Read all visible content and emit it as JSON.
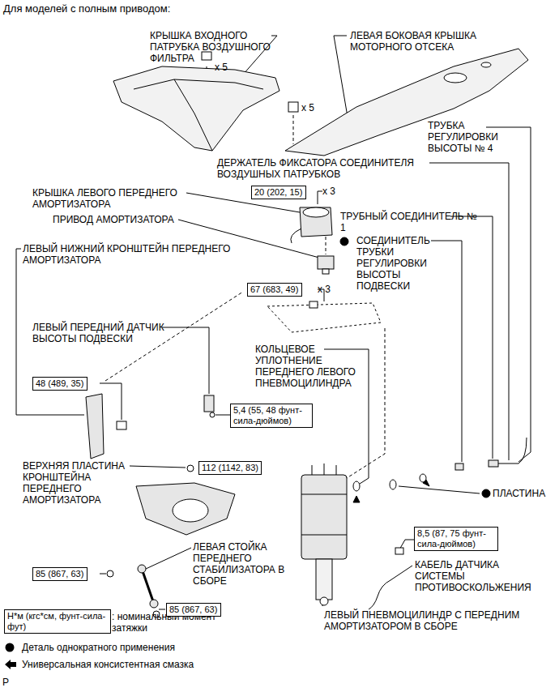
{
  "diagram": {
    "title": "Для моделей с полным приводом:",
    "nodes": [
      {
        "text": [
          "20 (202, 15)"
        ]
      },
      {
        "text": [
          "67 (683, 49)"
        ]
      },
      {
        "text": [
          "48 (489, 35)"
        ]
      },
      {
        "text": [
          "5,4 (55, 48 фунт-сила-дюймов)"
        ]
      },
      {
        "text": [
          "112 (1142, 83)"
        ]
      },
      {
        "text": [
          "8,5 (87, 75 фунт-сила-дюймов)"
        ]
      },
      {
        "text": [
          "85 (867, 63)"
        ]
      },
      {
        "text": [
          "85 (867, 63)"
        ]
      },
      {
        "text": [
          "Н*м (кгс*см, фунт-сила-фут)"
        ]
      }
    ],
    "labels": [
      "КРЫШКА ВХОДНОГО ПАТРУБКА ВОЗДУШНОГО ФИЛЬТРА",
      "x 5",
      "x 5",
      "ЛЕВАЯ БОКОВАЯ КРЫШКА МОТОРНОГО ОТСЕКА",
      "ТРУБКА РЕГУЛИРОВКИ ВЫСОТЫ № 4",
      "ДЕРЖАТЕЛЬ ФИКСАТОРА СОЕДИНИТЕЛЯ ВОЗДУШНЫХ ПАТРУБКОВ",
      "x 3",
      "КРЫШКА ЛЕВОГО ПЕРЕДНЕГО АМОРТИЗАТОРА",
      "ПРИВОД АМОРТИЗАТОРА",
      "ТРУБНЫЙ СОЕДИНИТЕЛЬ № 1",
      "СОЕДИНИТЕЛЬ ТРУБКИ РЕГУЛИРОВКИ ВЫСОТЫ ПОДВЕСКИ",
      "ЛЕВЫЙ НИЖНИЙ КРОНШТЕЙН ПЕРЕДНЕГО АМОРТИЗАТОРА",
      "x 3",
      "ЛЕВЫЙ ПЕРЕДНИЙ ДАТЧИК ВЫСОТЫ ПОДВЕСКИ",
      "КОЛЬЦЕВОЕ УПЛОТНЕНИЕ ПЕРЕДНЕГО ЛЕВОГО ПНЕВМОЦИЛИНДРА",
      "ВЕРХНЯЯ ПЛАСТИНА КРОНШТЕЙНА ПЕРЕДНЕГО АМОРТИЗАТОРА",
      "ПЛАСТИНА",
      "ЛЕВАЯ СТОЙКА ПЕРЕДНЕГО СТАБИЛИЗАТОРА В СБОРЕ",
      "КАБЕЛЬ ДАТЧИКА СИСТЕМЫ ПРОТИВОСКОЛЬЖЕНИЯ",
      "ЛЕВЫЙ ПНЕВМОЦИЛИНДР С ПЕРЕДНИМ АМОРТИЗАТОРОМ В СБОРЕ",
      ": номинальный момент затяжки",
      "P"
    ],
    "legend": [
      {
        "text": "Деталь однократного применения"
      },
      {
        "text": "Универсальная консистентная смазка"
      }
    ]
  }
}
